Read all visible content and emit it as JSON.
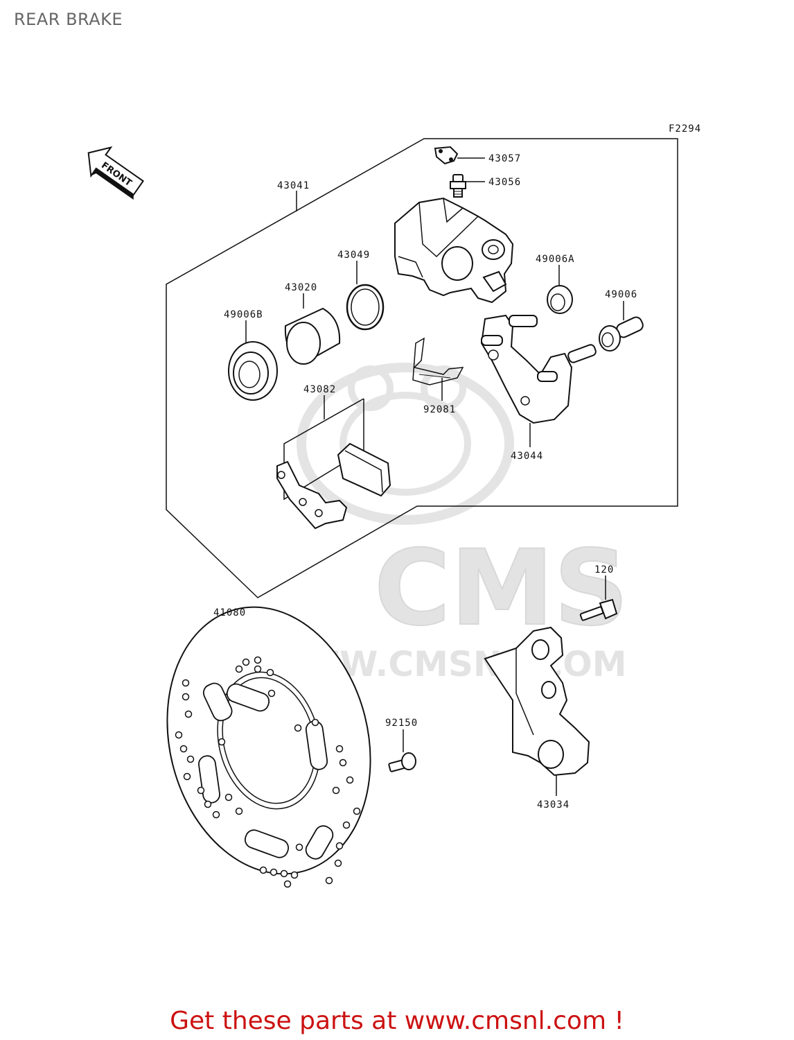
{
  "page": {
    "title": "REAR BRAKE",
    "figure_code": "F2294",
    "front_label": "FRONT",
    "footer": "Get these parts at www.cmsnl.com !"
  },
  "watermark": {
    "brand": "CMS",
    "url": "WWW.CMSNL.COM"
  },
  "parts": {
    "p43041": "43041",
    "p43057": "43057",
    "p43056": "43056",
    "p43049": "43049",
    "p49006A": "49006A",
    "p43020": "43020",
    "p49006": "49006",
    "p49006B": "49006B",
    "p43082": "43082",
    "p92081": "92081",
    "p43044": "43044",
    "p120": "120",
    "p41080": "41080",
    "p92150": "92150",
    "p43034": "43034"
  },
  "colors": {
    "footer": "#cc1111",
    "line": "#111111",
    "watermark": "#dddddd"
  }
}
